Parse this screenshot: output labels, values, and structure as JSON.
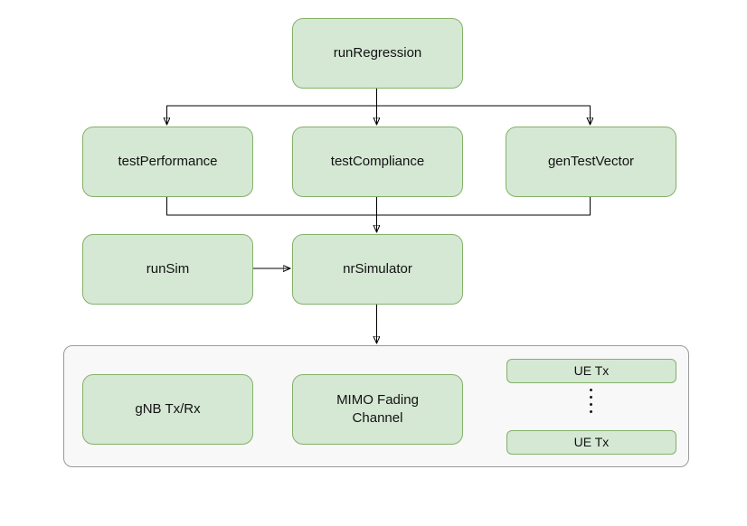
{
  "diagram": {
    "nodes": {
      "run_regression": "runRegression",
      "test_performance": "testPerformance",
      "test_compliance": "testCompliance",
      "gen_test_vector": "genTestVector",
      "run_sim": "runSim",
      "nr_simulator": "nrSimulator",
      "gnb_tx_rx": "gNB Tx/Rx",
      "mimo_fading_channel": "MIMO Fading Channel",
      "ue_tx_top": "UE Tx",
      "ue_tx_bottom": "UE Tx"
    },
    "group": {
      "contains": [
        "gNB Tx/Rx",
        "MIMO Fading Channel",
        "UE Tx",
        "UE Tx"
      ],
      "ellipsis_dots": 4
    },
    "edges": [
      {
        "from": "runRegression",
        "to": "testPerformance"
      },
      {
        "from": "runRegression",
        "to": "testCompliance"
      },
      {
        "from": "runRegression",
        "to": "genTestVector"
      },
      {
        "from": "testPerformance",
        "to": "nrSimulator"
      },
      {
        "from": "testCompliance",
        "to": "nrSimulator"
      },
      {
        "from": "genTestVector",
        "to": "nrSimulator"
      },
      {
        "from": "runSim",
        "to": "nrSimulator"
      },
      {
        "from": "nrSimulator",
        "to": "simulator-group"
      },
      {
        "from": "gNB Tx/Rx",
        "to": "MIMO Fading Channel"
      },
      {
        "from": "MIMO Fading Channel",
        "to": "UE Tx (top)"
      },
      {
        "from": "MIMO Fading Channel",
        "to": "UE Tx (bottom)"
      }
    ],
    "colors": {
      "node_fill": "#d5e8d4",
      "node_border": "#83b168",
      "group_fill": "#f8f8f8",
      "group_border": "#9b9b9b",
      "connector": "#000000",
      "background": "#ffffff"
    }
  }
}
